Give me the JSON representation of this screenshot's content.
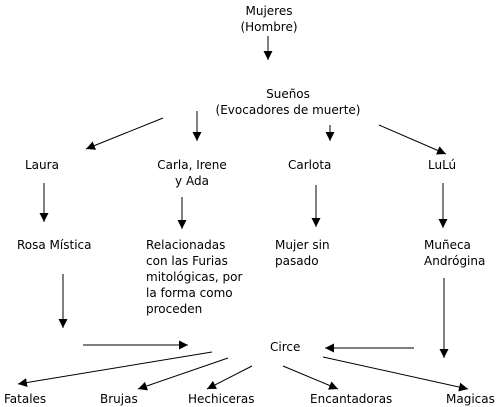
{
  "diagram": {
    "line_color": "#000000",
    "background": "#ffffff",
    "nodes": {
      "mujeres": {
        "lines": [
          "Mujeres",
          "(Hombre)"
        ]
      },
      "suenos": {
        "lines": [
          "Sueños",
          "(Evocadores de muerte)"
        ]
      },
      "laura": {
        "lines": [
          "Laura"
        ]
      },
      "carla": {
        "lines": [
          "Carla, Irene",
          "y Ada"
        ]
      },
      "carlota": {
        "lines": [
          "Carlota"
        ]
      },
      "lulu": {
        "lines": [
          "LuLú"
        ]
      },
      "rosa": {
        "lines": [
          "Rosa Mística"
        ]
      },
      "relacionadas": {
        "lines": [
          "Relacionadas",
          "con las Furias",
          "mitológicas, por",
          "la forma como",
          "proceden"
        ]
      },
      "mujer_sin_pasado": {
        "lines": [
          "Mujer sin",
          "pasado"
        ]
      },
      "muneca": {
        "lines": [
          "Muñeca",
          "Andrógina"
        ]
      },
      "circe": {
        "lines": [
          "Circe"
        ]
      },
      "fatales": {
        "lines": [
          "Fatales"
        ]
      },
      "brujas": {
        "lines": [
          "Brujas"
        ]
      },
      "hechiceras": {
        "lines": [
          "Hechiceras"
        ]
      },
      "encantadoras": {
        "lines": [
          "Encantadoras"
        ]
      },
      "magicas": {
        "lines": [
          "Magicas"
        ]
      }
    },
    "edges": [
      [
        "mujeres",
        "suenos"
      ],
      [
        "suenos",
        "laura"
      ],
      [
        "suenos",
        "carla"
      ],
      [
        "suenos",
        "carlota"
      ],
      [
        "suenos",
        "lulu"
      ],
      [
        "laura",
        "rosa"
      ],
      [
        "carla",
        "relacionadas"
      ],
      [
        "carlota",
        "mujer_sin_pasado"
      ],
      [
        "lulu",
        "muneca"
      ],
      [
        "rosa",
        "circe"
      ],
      [
        "muneca",
        "circe"
      ],
      [
        "circe",
        "fatales"
      ],
      [
        "circe",
        "brujas"
      ],
      [
        "circe",
        "hechiceras"
      ],
      [
        "circe",
        "encantadoras"
      ],
      [
        "circe",
        "magicas"
      ]
    ]
  }
}
